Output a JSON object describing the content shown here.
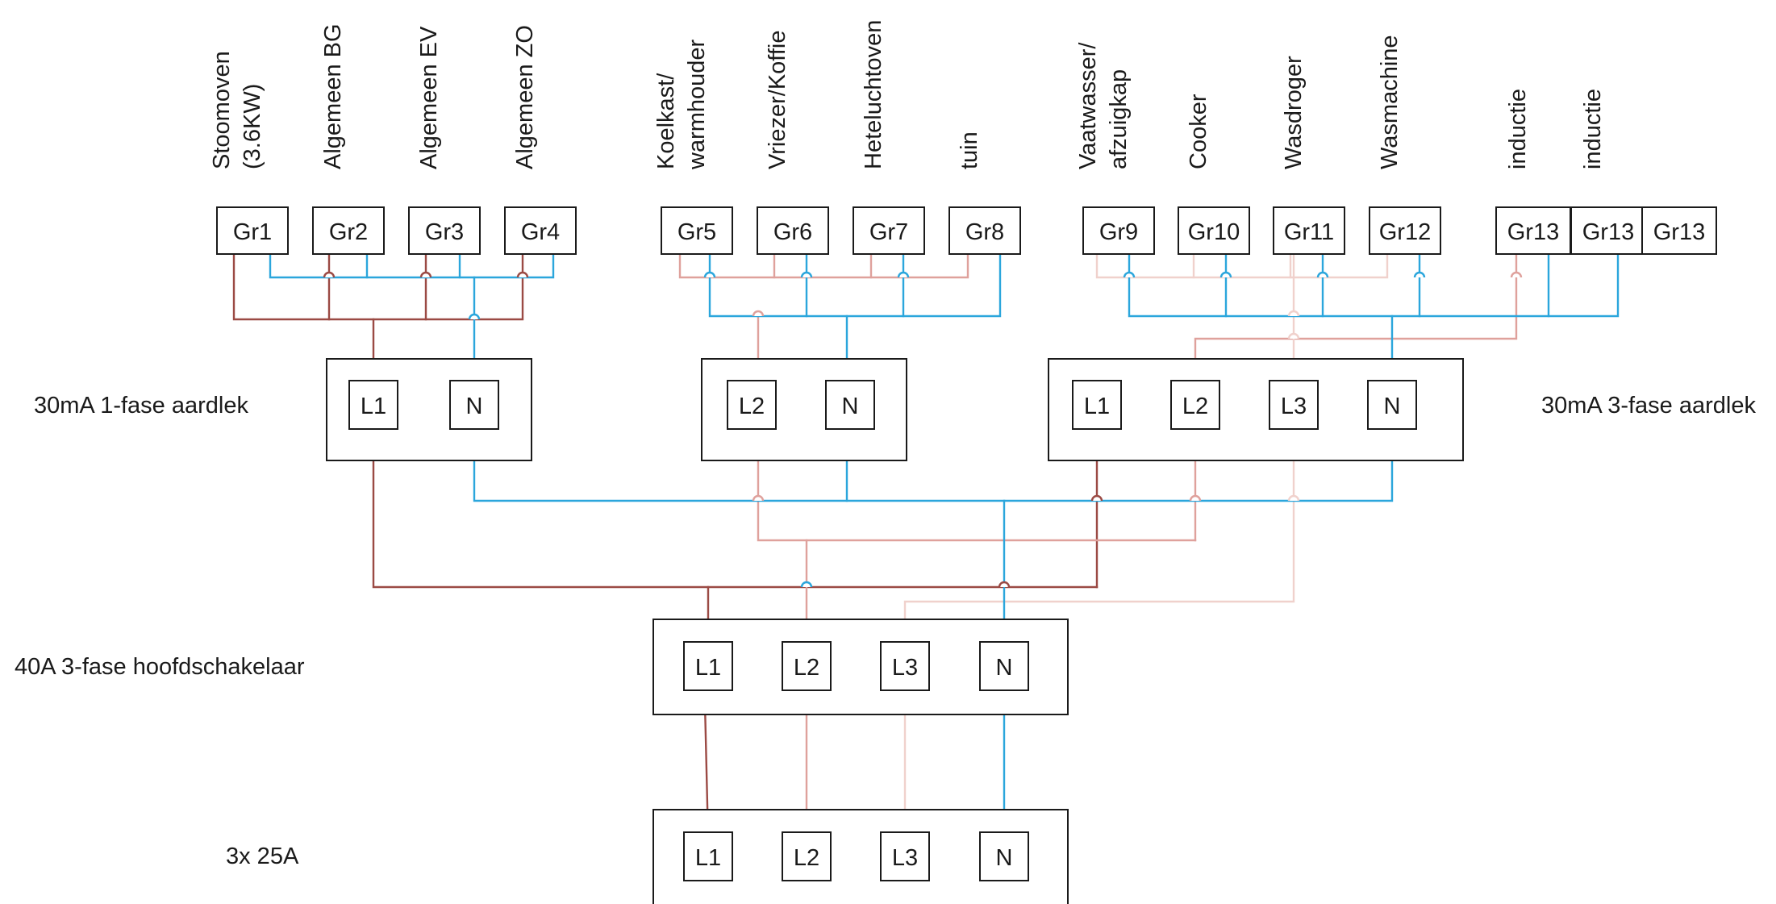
{
  "colors": {
    "l1": "#9b4a44",
    "l2": "#dfa19c",
    "l3": "#f0d1cc",
    "neutral": "#2ba6dc",
    "outline": "#1a1a1a"
  },
  "side_labels": {
    "rcd_1phase": "30mA 1-fase aardlek",
    "rcd_3phase": "30mA 3-fase aardlek",
    "main_switch": "40A 3-fase hoofdschakelaar",
    "supply": "3x 25A"
  },
  "terminals": {
    "l1": "L1",
    "l2": "L2",
    "l3": "L3",
    "n": "N"
  },
  "groups": [
    {
      "label": "Gr1",
      "description": [
        "Stoomoven",
        "(3.6KW)"
      ]
    },
    {
      "label": "Gr2",
      "description": [
        "Algemeen BG"
      ]
    },
    {
      "label": "Gr3",
      "description": [
        "Algemeen EV"
      ]
    },
    {
      "label": "Gr4",
      "description": [
        "Algemeen ZO"
      ]
    },
    {
      "label": "Gr5",
      "description": [
        "Koelkast/",
        "warmhouder"
      ]
    },
    {
      "label": "Gr6",
      "description": [
        "Vriezer/Koffie"
      ]
    },
    {
      "label": "Gr7",
      "description": [
        "Heteluchtoven"
      ]
    },
    {
      "label": "Gr8",
      "description": [
        "tuin"
      ]
    },
    {
      "label": "Gr9",
      "description": [
        "Vaatwasser/",
        "afzuigkap"
      ]
    },
    {
      "label": "Gr10",
      "description": [
        "Cooker"
      ]
    },
    {
      "label": "Gr11",
      "description": [
        "Wasdroger"
      ]
    },
    {
      "label": "Gr12",
      "description": [
        "Wasmachine"
      ]
    },
    {
      "label": "Gr13",
      "description": [
        "inductie"
      ]
    },
    {
      "label": "Gr13",
      "description": [
        "inductie"
      ]
    },
    {
      "label": "Gr13",
      "description": []
    }
  ]
}
